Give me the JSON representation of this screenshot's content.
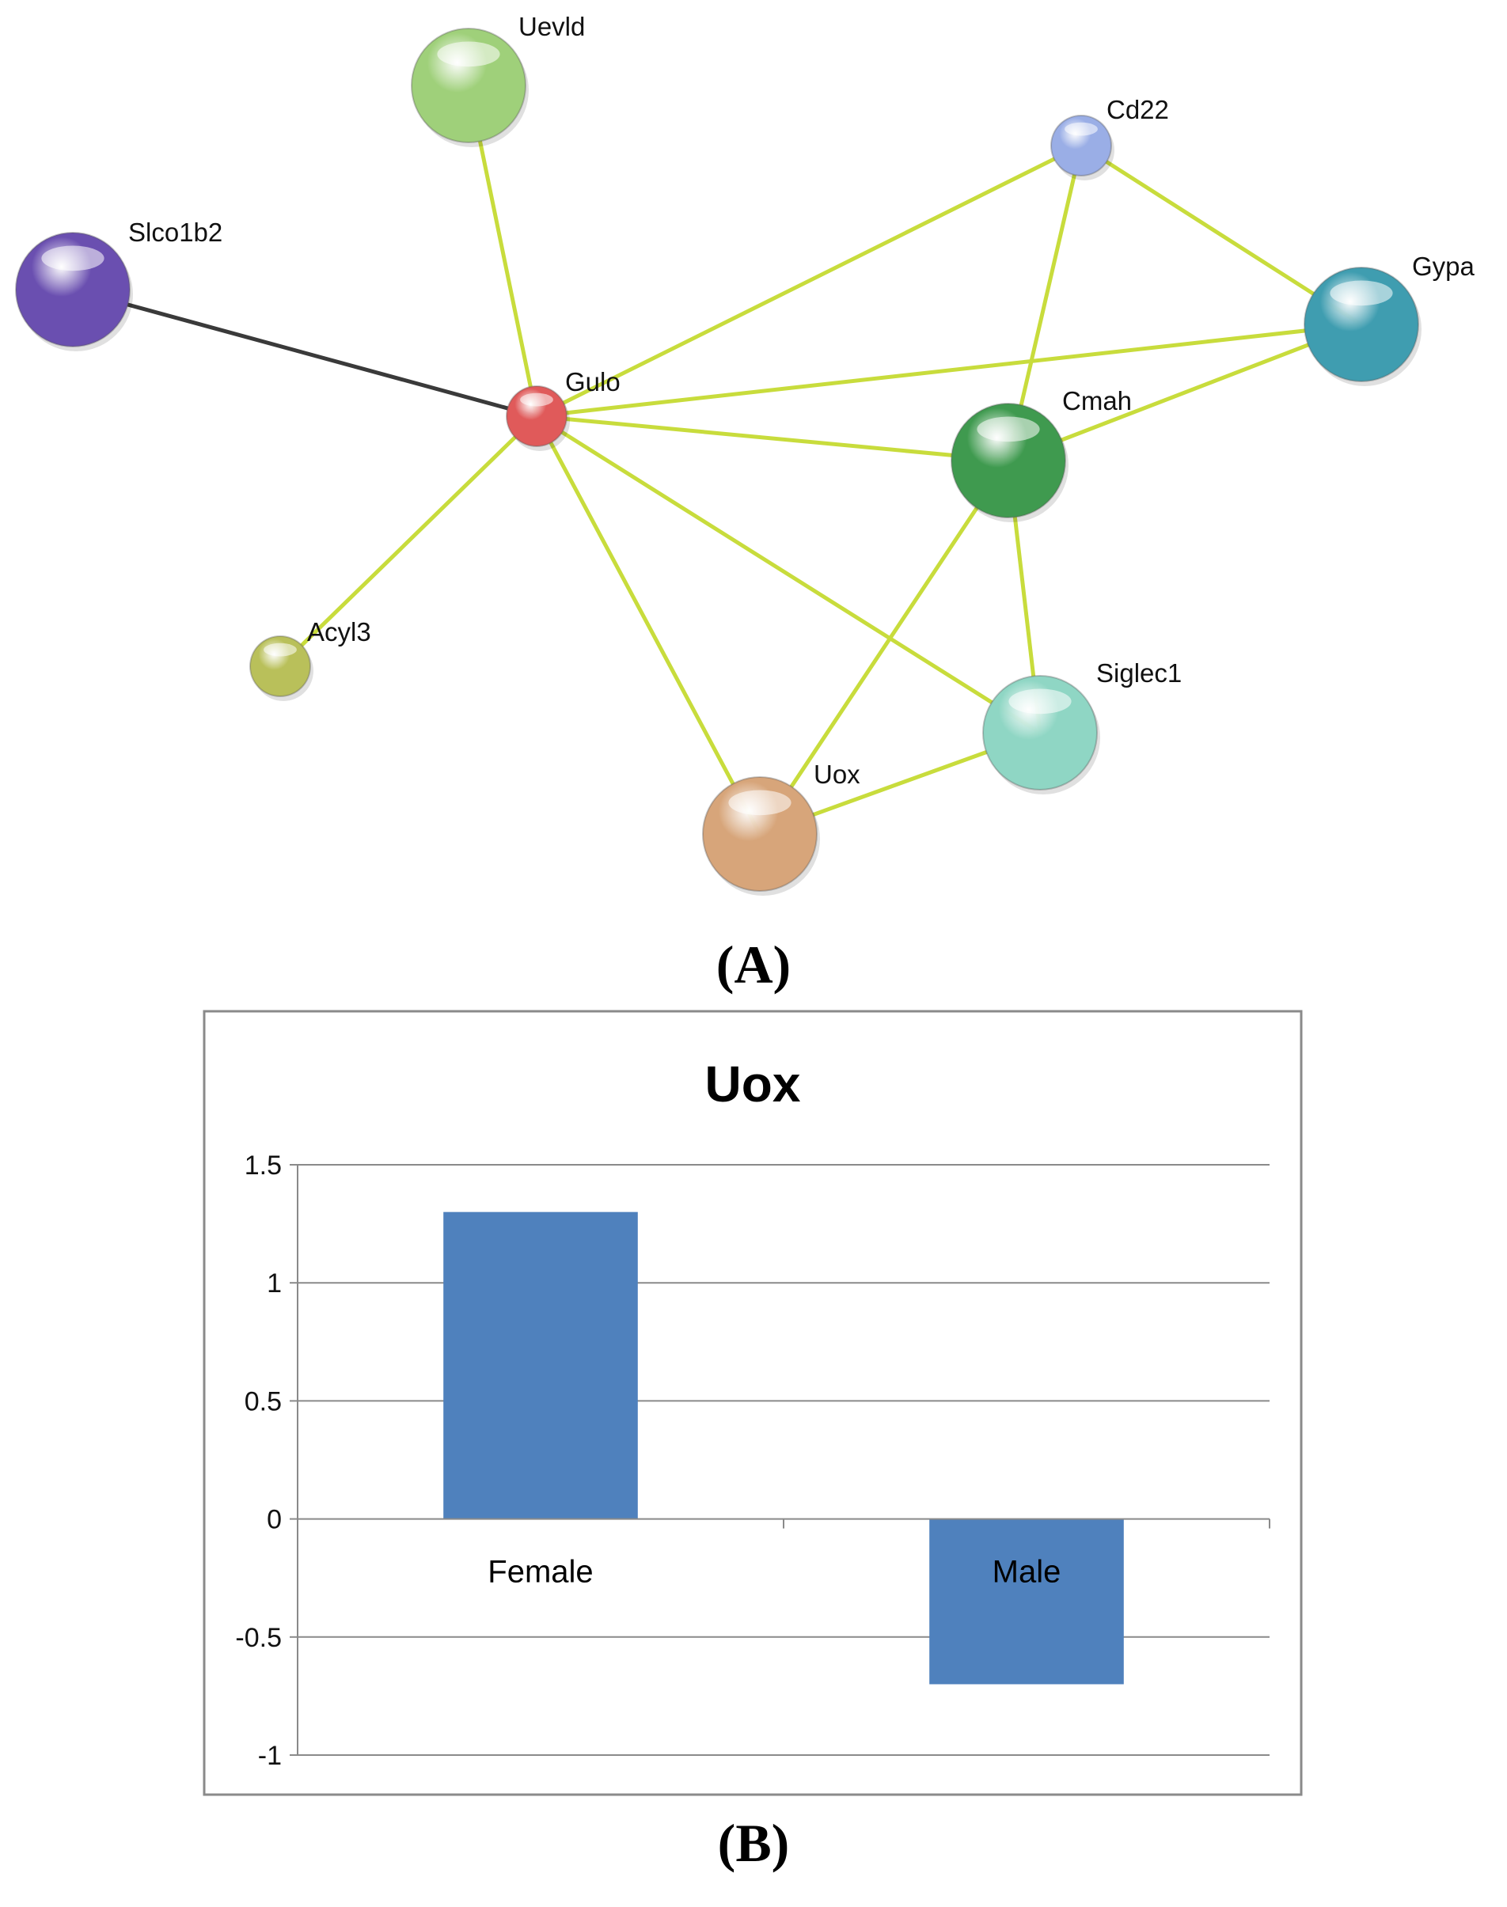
{
  "panel_a": {
    "label": "(A)",
    "nodes": [
      {
        "id": "Uevld",
        "label": "Uevld",
        "color": "#9fd07a"
      },
      {
        "id": "Cd22",
        "label": "Cd22",
        "color": "#9aaee6"
      },
      {
        "id": "Slco1b2",
        "label": "Slco1b2",
        "color": "#6a4fb0"
      },
      {
        "id": "Gypa",
        "label": "Gypa",
        "color": "#3f9db0"
      },
      {
        "id": "Gulo",
        "label": "Gulo",
        "color": "#e05a5a"
      },
      {
        "id": "Cmah",
        "label": "Cmah",
        "color": "#3f9a4f"
      },
      {
        "id": "Acyl3",
        "label": "Acyl3",
        "color": "#b9c05a"
      },
      {
        "id": "Siglec1",
        "label": "Siglec1",
        "color": "#8fd6c4"
      },
      {
        "id": "Uox",
        "label": "Uox",
        "color": "#d7a57a"
      }
    ],
    "edges": [
      {
        "from": "Uevld",
        "to": "Gulo",
        "color": "#c8dc3c"
      },
      {
        "from": "Slco1b2",
        "to": "Gulo",
        "color": "#3a3a3a"
      },
      {
        "from": "Gulo",
        "to": "Cd22",
        "color": "#c8dc3c"
      },
      {
        "from": "Gulo",
        "to": "Gypa",
        "color": "#c8dc3c"
      },
      {
        "from": "Gulo",
        "to": "Cmah",
        "color": "#c8dc3c"
      },
      {
        "from": "Gulo",
        "to": "Acyl3",
        "color": "#c8dc3c"
      },
      {
        "from": "Gulo",
        "to": "Siglec1",
        "color": "#c8dc3c"
      },
      {
        "from": "Gulo",
        "to": "Uox",
        "color": "#c8dc3c"
      },
      {
        "from": "Cd22",
        "to": "Gypa",
        "color": "#c8dc3c"
      },
      {
        "from": "Cd22",
        "to": "Cmah",
        "color": "#c8dc3c"
      },
      {
        "from": "Cmah",
        "to": "Gypa",
        "color": "#c8dc3c"
      },
      {
        "from": "Cmah",
        "to": "Siglec1",
        "color": "#c8dc3c"
      },
      {
        "from": "Cmah",
        "to": "Uox",
        "color": "#c8dc3c"
      },
      {
        "from": "Siglec1",
        "to": "Uox",
        "color": "#c8dc3c"
      }
    ]
  },
  "panel_b": {
    "label": "(B)"
  },
  "chart_data": {
    "type": "bar",
    "title": "Uox",
    "categories": [
      "Female",
      "Male"
    ],
    "values": [
      1.3,
      -0.7
    ],
    "ylim": [
      -1,
      1.5
    ],
    "yticks": [
      "1.5",
      "1",
      "0.5",
      "0",
      "-0.5",
      "-1"
    ],
    "ytick_values": [
      1.5,
      1,
      0.5,
      0,
      -0.5,
      -1
    ],
    "grid": true,
    "bar_color": "#4f81bd",
    "xlabel": "",
    "ylabel": ""
  }
}
